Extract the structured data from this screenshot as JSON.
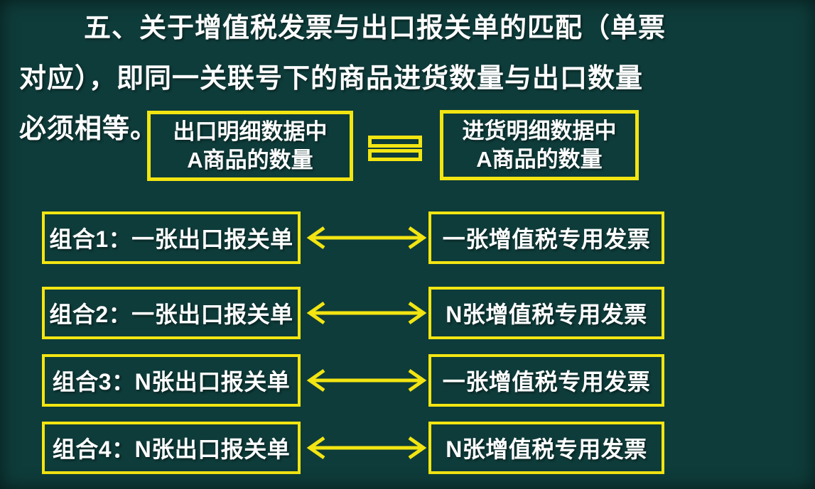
{
  "slide": {
    "title_lines": [
      "五、关于增值税发票与出口报关单的匹配（单票",
      "对应），即同一关联号下的商品进货数量与出口数量",
      "必须相等。"
    ],
    "equation": {
      "left_box": {
        "line1": "出口明细数据中",
        "line2": "A商品的数量"
      },
      "operator": "=",
      "right_box": {
        "line1": "进货明细数据中",
        "line2": "A商品的数量"
      }
    },
    "combinations": [
      {
        "left": "组合1：一张出口报关单",
        "relation": "double-arrow",
        "right": "一张增值税专用发票"
      },
      {
        "left": "组合2：一张出口报关单",
        "relation": "double-arrow",
        "right": "N张增值税专用发票"
      },
      {
        "left": "组合3：N张出口报关单",
        "relation": "double-arrow",
        "right": "一张增值税专用发票"
      },
      {
        "left": "组合4：N张出口报关单",
        "relation": "double-arrow",
        "right": "N张增值税专用发票"
      }
    ],
    "colors": {
      "background": "#0e3c3a",
      "accent_yellow": "#f2e512",
      "text": "#ffffff"
    }
  }
}
